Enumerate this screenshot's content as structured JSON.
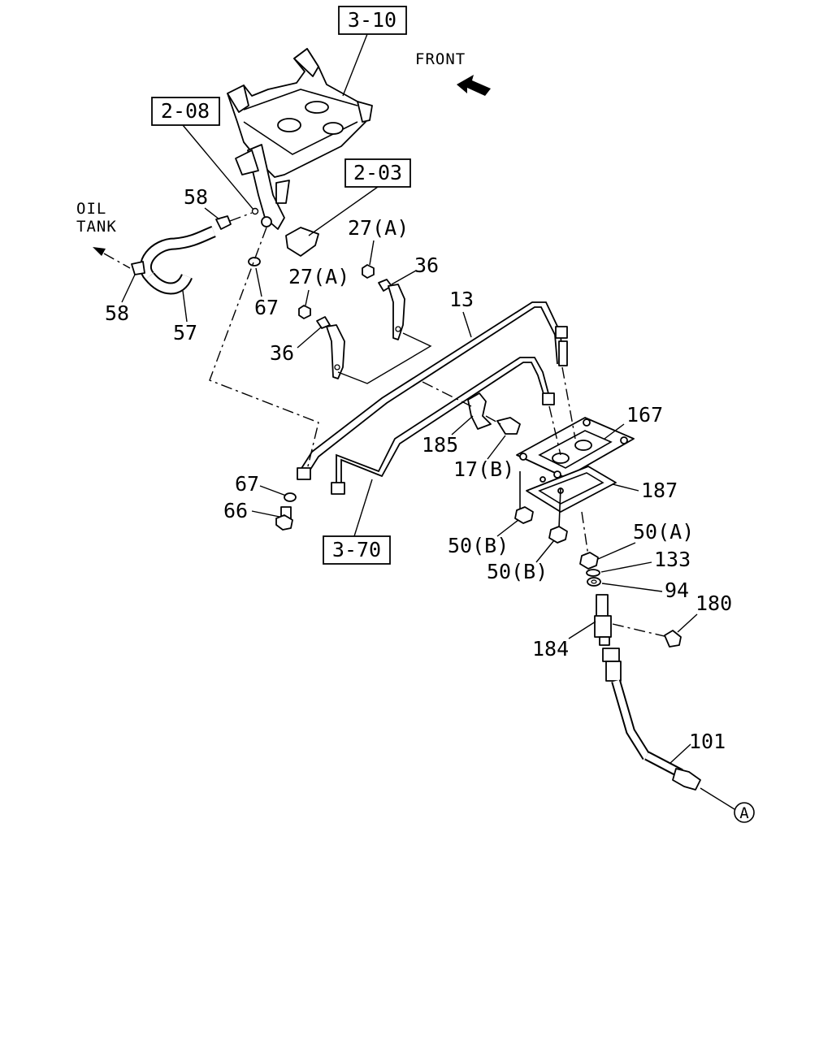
{
  "diagram": {
    "front_label": "FRONT",
    "oil_tank_label": [
      "OIL",
      "TANK"
    ],
    "ref_boxes": {
      "r310": "3-10",
      "r208": "2-08",
      "r203": "2-03",
      "r370": "3-70"
    },
    "callouts": {
      "c58a": "58",
      "c58b": "58",
      "c57": "57",
      "c67a": "67",
      "c67b": "67",
      "c66": "66",
      "c27a1": "27(A)",
      "c27a2": "27(A)",
      "c36a": "36",
      "c36b": "36",
      "c13": "13",
      "c167": "167",
      "c185": "185",
      "c17b": "17(B)",
      "c187": "187",
      "c50b1": "50(B)",
      "c50b2": "50(B)",
      "c50a": "50(A)",
      "c133": "133",
      "c94": "94",
      "c180": "180",
      "c184": "184",
      "c101": "101",
      "cA": "A"
    }
  }
}
